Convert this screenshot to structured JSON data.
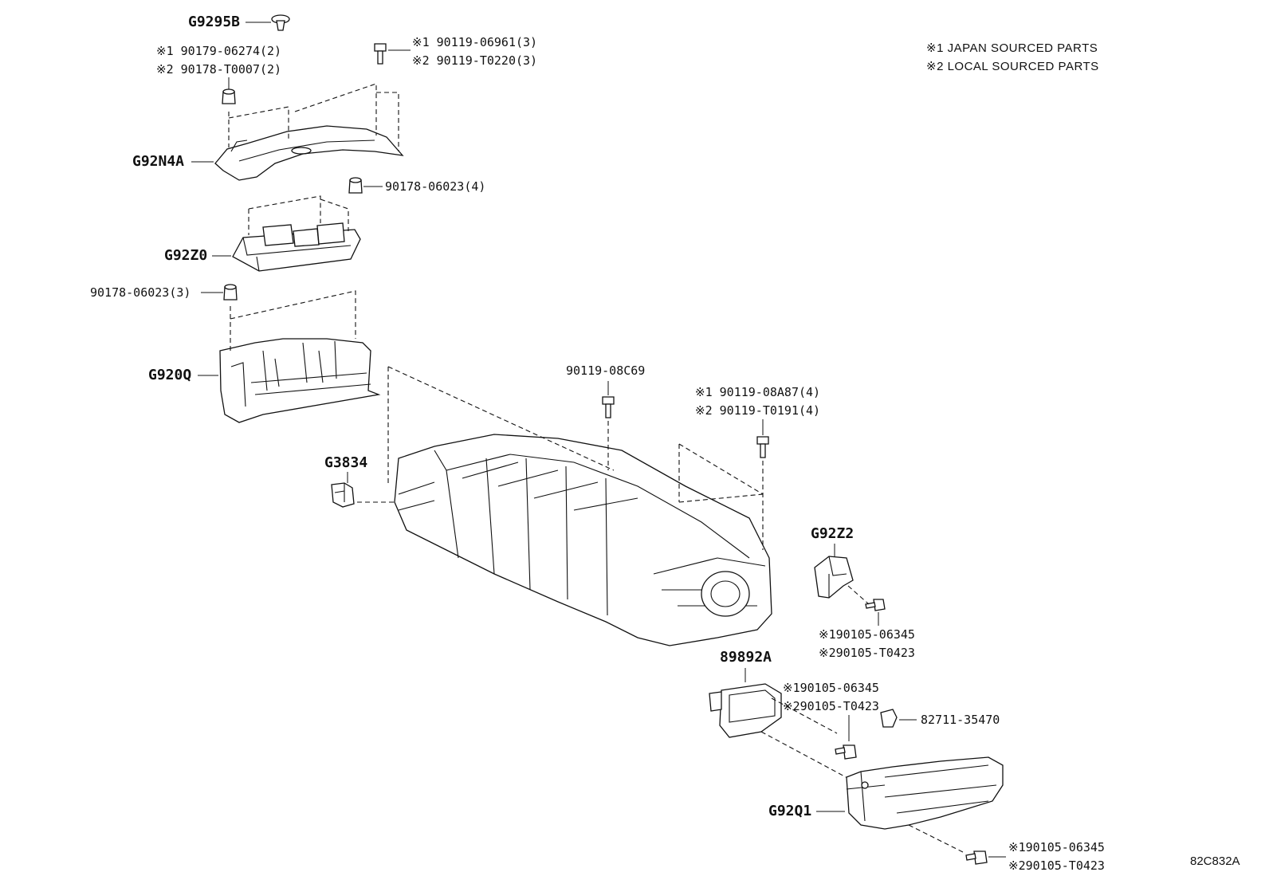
{
  "legend": {
    "line1": "※1 JAPAN SOURCED PARTS",
    "line2": "※2 LOCAL SOURCED PARTS"
  },
  "reference_code": "82C832A",
  "callouts": {
    "g9295b": "G9295B",
    "nut_top_1": "※1 90179-06274(2)",
    "nut_top_2": "※2 90178-T0007(2)",
    "bolt_top_1": "※1 90119-06961(3)",
    "bolt_top_2": "※2 90119-T0220(3)",
    "g92n4a": "G92N4A",
    "nut_4": "90178-06023(4)",
    "g92z0": "G92Z0",
    "nut_3": "90178-06023(3)",
    "g920q": "G920Q",
    "bolt_c69": "90119-08C69",
    "bolt_a87_1": "※1 90119-08A87(4)",
    "bolt_a87_2": "※2 90119-T0191(4)",
    "g3834": "G3834",
    "g92z2": "G92Z2",
    "bolt_z2_1": "※190105-06345",
    "bolt_z2_2": "※290105-T0423",
    "p89892a": "89892A",
    "bolt_ecu_1": "※190105-06345",
    "bolt_ecu_2": "※290105-T0423",
    "clip": "82711-35470",
    "g92q1": "G92Q1",
    "bolt_bot_1": "※190105-06345",
    "bolt_bot_2": "※290105-T0423"
  }
}
